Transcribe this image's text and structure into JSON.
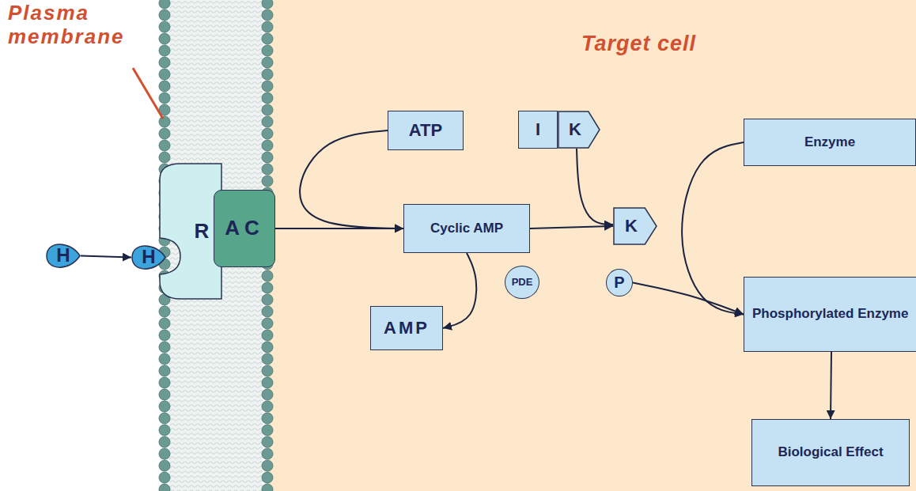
{
  "diagram": {
    "nodes": [
      {
        "text": [
          "H"
        ]
      },
      {
        "text": [
          "R"
        ]
      },
      {
        "text": [
          "H"
        ],
        "in": 1
      },
      {
        "text": [
          "AC"
        ]
      },
      {
        "text": [
          "ATP"
        ]
      },
      {
        "text": [
          "I"
        ]
      },
      {
        "text": [
          "K"
        ]
      },
      {
        "text": [
          "Cyclic AMP"
        ]
      },
      {
        "text": [
          "K"
        ]
      },
      {
        "text": [
          "Enzyme"
        ]
      },
      {
        "text": [
          "PDE"
        ]
      },
      {
        "text": [
          "AMP"
        ]
      },
      {
        "text": [
          "P"
        ]
      },
      {
        "text": [
          "Phosphorylated Enzyme"
        ]
      },
      {
        "text": [
          "Biological Effect"
        ]
      }
    ],
    "edges": [
      {
        "from": 0,
        "to": 2,
        "arrow": "to"
      },
      {
        "from": 4,
        "to": 7,
        "arrow": "to"
      },
      {
        "from": 3,
        "to": 7,
        "arrow": "to"
      },
      {
        "from": 7,
        "to": 8,
        "arrow": "to"
      },
      {
        "from": 6,
        "to": 8,
        "arrow": "to"
      },
      {
        "from": 7,
        "to": 11,
        "arrow": "to"
      },
      {
        "from": 9,
        "to": 13,
        "arrow": "to"
      },
      {
        "from": 12,
        "to": 13,
        "arrow": "to"
      },
      {
        "from": 13,
        "to": 14,
        "arrow": "to"
      }
    ],
    "labels": [
      "Plasma membrane",
      "Target cell"
    ]
  }
}
